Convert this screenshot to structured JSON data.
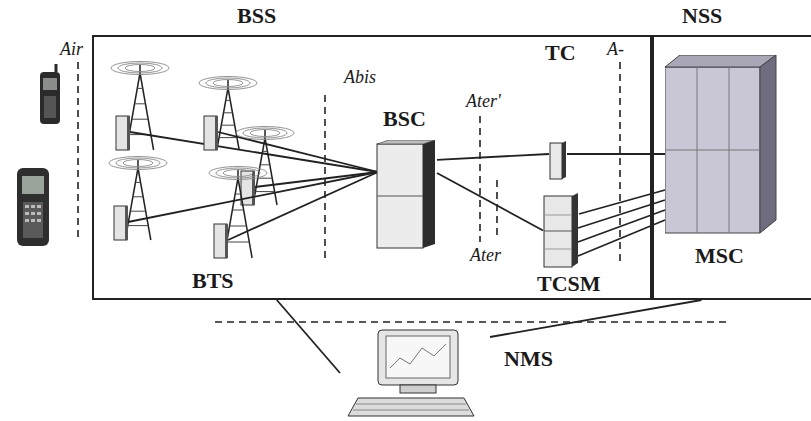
{
  "diagram": {
    "nodes": [
      {
        "text": [
          "BSS"
        ]
      },
      {
        "text": [
          "NSS"
        ]
      },
      {
        "text": [
          "BSC"
        ],
        "in": 0
      },
      {
        "text": [
          "TC"
        ],
        "in": 0
      },
      {
        "text": [
          "TCSM"
        ],
        "in": 0
      },
      {
        "text": [
          "MSC"
        ],
        "in": 1
      },
      {
        "text": [
          "NMS"
        ]
      }
    ],
    "edges": [
      {
        "from": 2,
        "to": 3,
        "arrow": "none"
      },
      {
        "from": 2,
        "to": 4,
        "arrow": "none"
      },
      {
        "from": 3,
        "to": 5,
        "arrow": "none"
      },
      {
        "from": 4,
        "to": 5,
        "arrow": "none"
      },
      {
        "from": 0,
        "to": 6,
        "arrow": "none"
      },
      {
        "from": 1,
        "to": 6,
        "arrow": "none"
      }
    ],
    "labels": [
      "Air",
      "Abis",
      "Ater'",
      "Ater",
      "A-",
      "BTS"
    ]
  }
}
